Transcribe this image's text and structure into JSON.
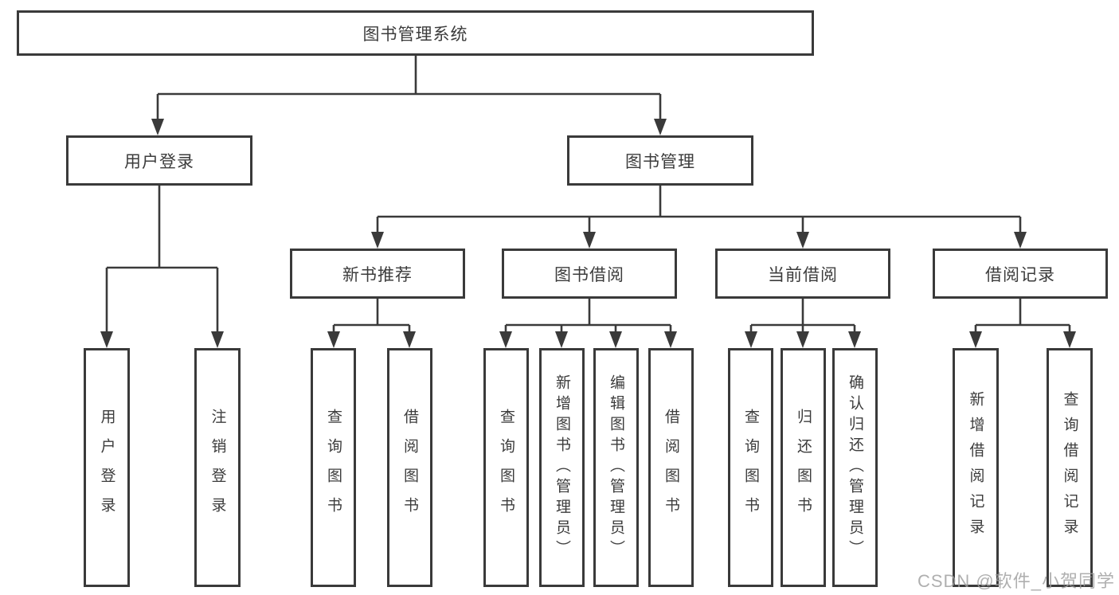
{
  "colors": {
    "line": "#3a3a3a",
    "box_background": "#ffffff",
    "text": "#3c3c3c",
    "watermark": "#9e9e9e"
  },
  "diagram": {
    "root": {
      "label": "图书管理系统"
    },
    "level2": [
      {
        "label": "用户登录"
      },
      {
        "label": "图书管理"
      }
    ],
    "level3": [
      {
        "label": "新书推荐"
      },
      {
        "label": "图书借阅"
      },
      {
        "label": "当前借阅"
      },
      {
        "label": "借阅记录"
      }
    ],
    "leaves": [
      {
        "label": "用户登录"
      },
      {
        "label": "注销登录"
      },
      {
        "label": "查询图书"
      },
      {
        "label": "借阅图书"
      },
      {
        "label": "查询图书"
      },
      {
        "label": "新增图书（管理员）"
      },
      {
        "label": "编辑图书（管理员）"
      },
      {
        "label": "借阅图书"
      },
      {
        "label": "查询图书"
      },
      {
        "label": "归还图书"
      },
      {
        "label": "确认归还（管理员）"
      },
      {
        "label": "新增借阅记录"
      },
      {
        "label": "查询借阅记录"
      }
    ]
  },
  "watermark": {
    "text": "CSDN @软件_小贺同学"
  }
}
